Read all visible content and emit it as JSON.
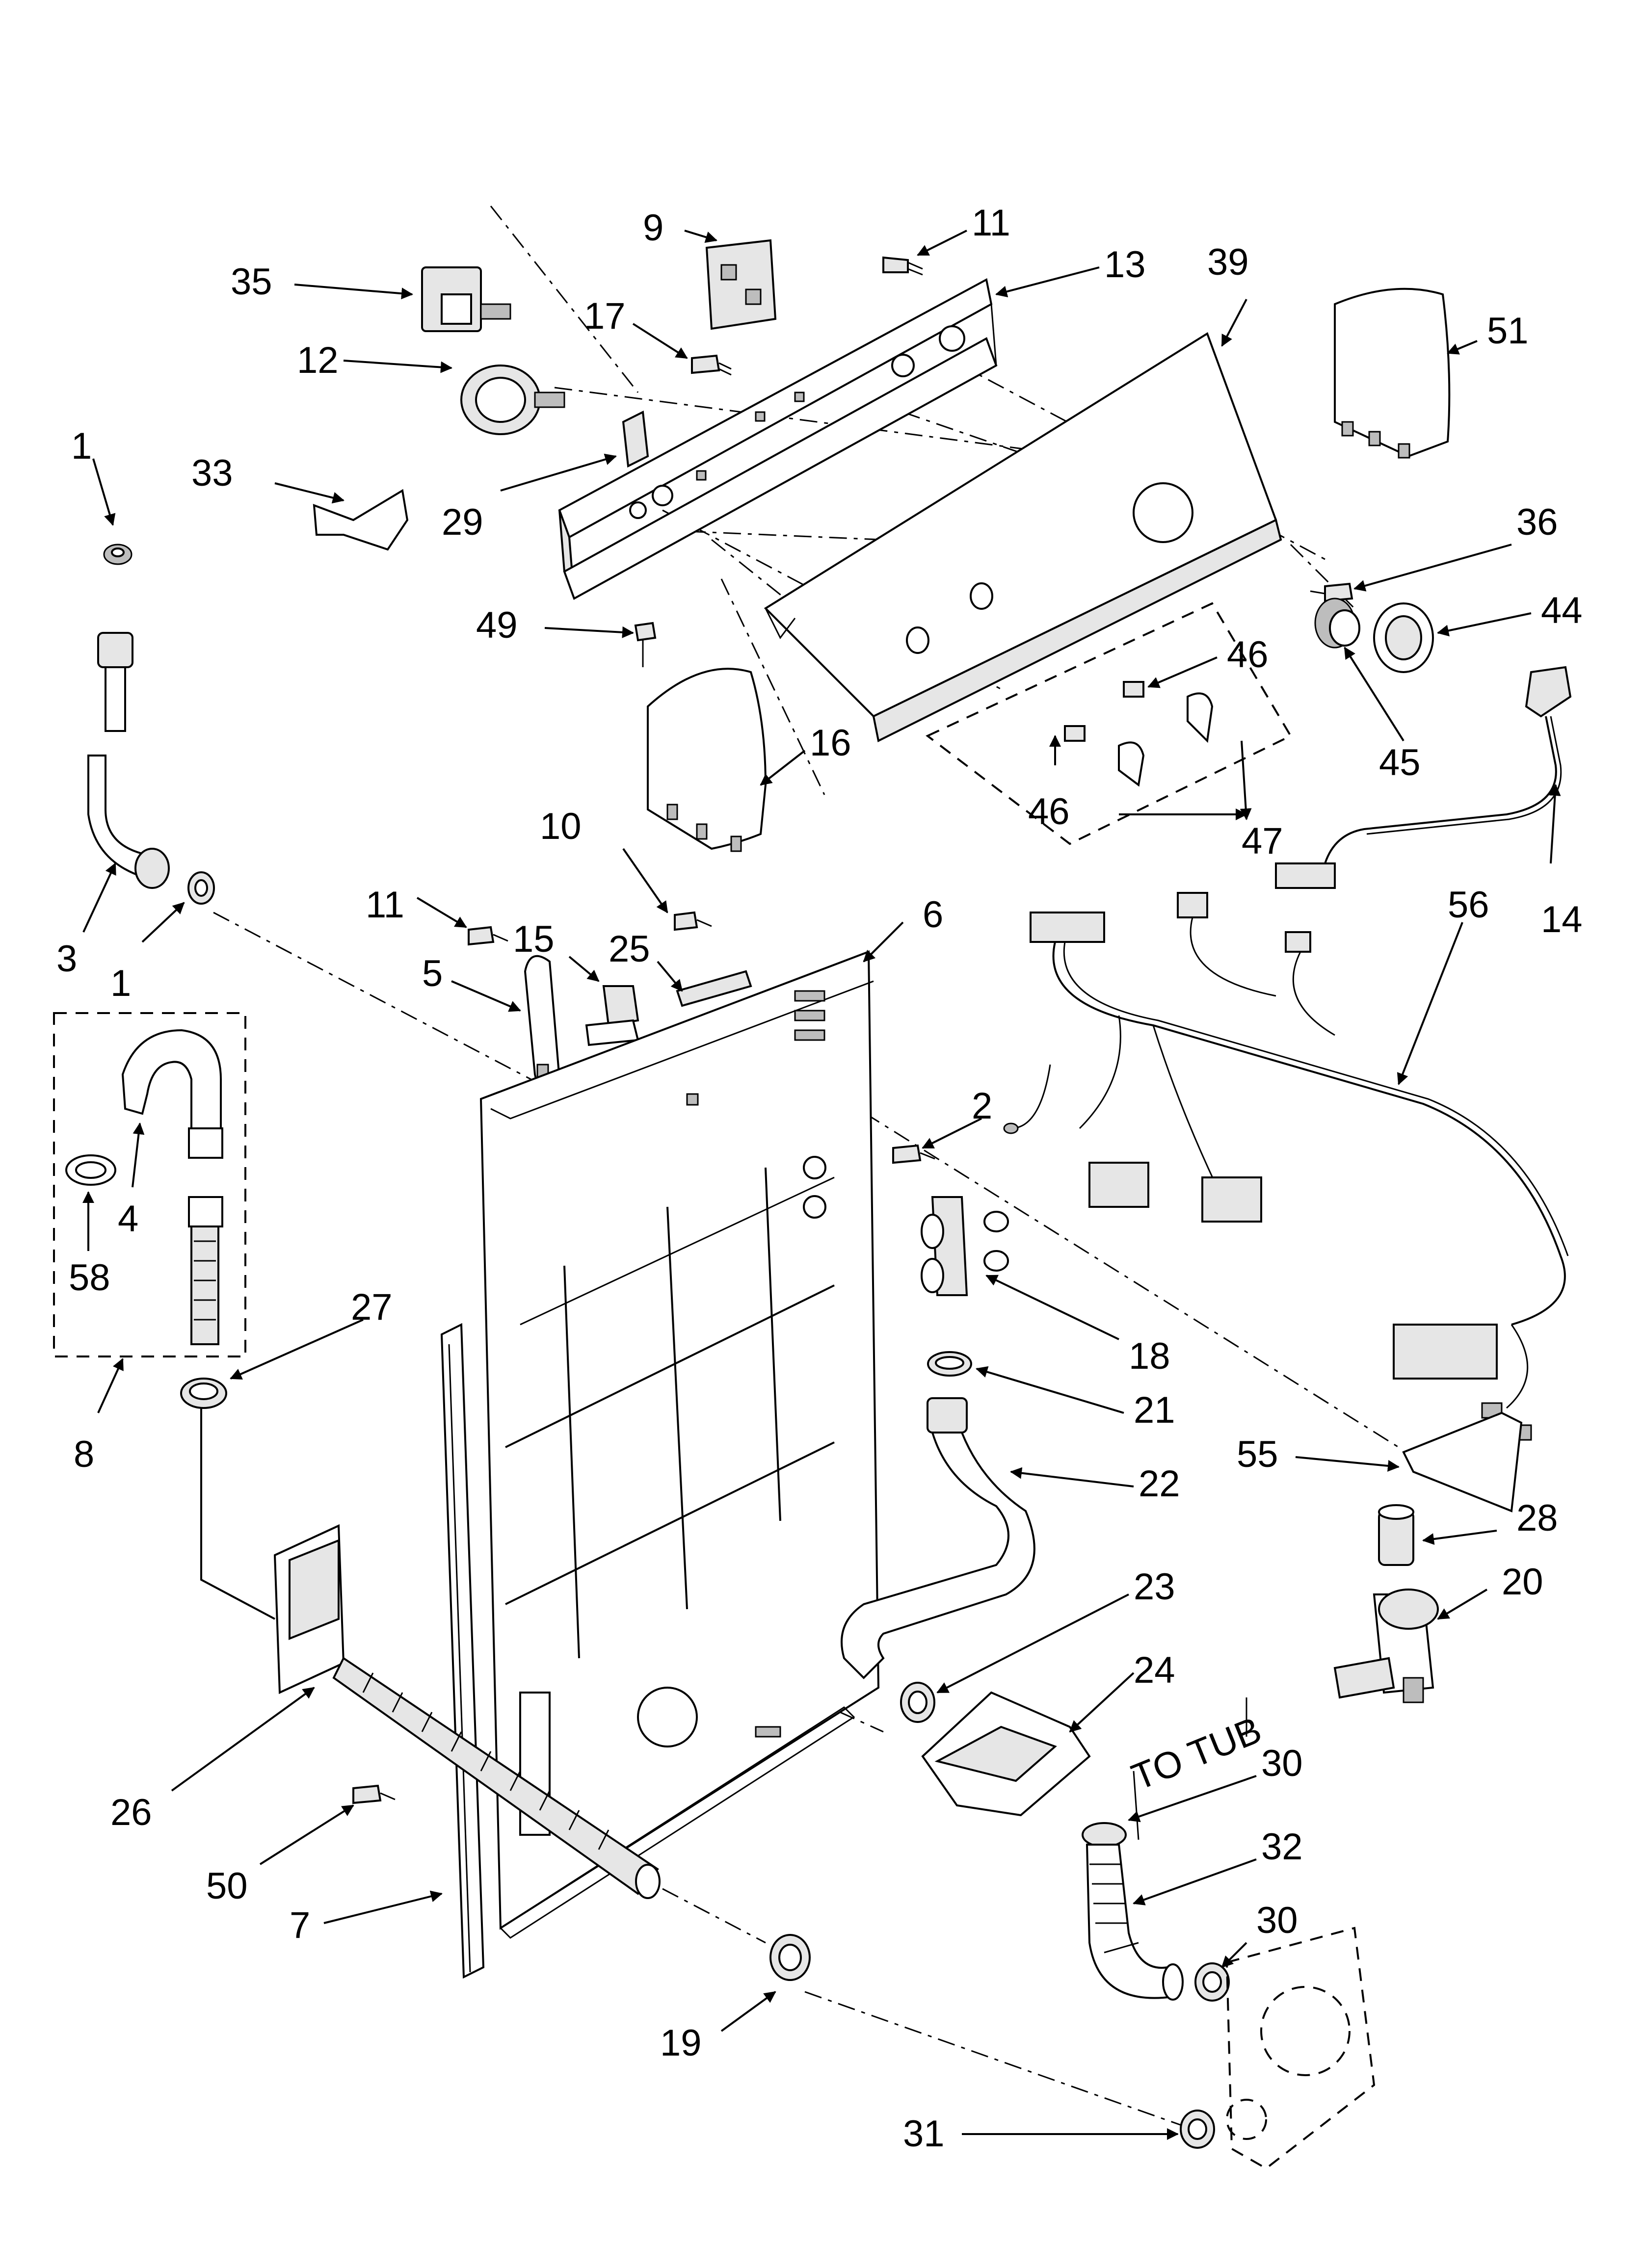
{
  "diagram": {
    "note_to_tub": "TO TUB",
    "callouts": [
      {
        "id": "c1a",
        "text": "1"
      },
      {
        "id": "c1b",
        "text": "1"
      },
      {
        "id": "c2",
        "text": "2"
      },
      {
        "id": "c3",
        "text": "3"
      },
      {
        "id": "c4",
        "text": "4"
      },
      {
        "id": "c5",
        "text": "5"
      },
      {
        "id": "c6",
        "text": "6"
      },
      {
        "id": "c7",
        "text": "7"
      },
      {
        "id": "c8",
        "text": "8"
      },
      {
        "id": "c9",
        "text": "9"
      },
      {
        "id": "c10",
        "text": "10"
      },
      {
        "id": "c11a",
        "text": "11"
      },
      {
        "id": "c11b",
        "text": "11"
      },
      {
        "id": "c12",
        "text": "12"
      },
      {
        "id": "c13",
        "text": "13"
      },
      {
        "id": "c14",
        "text": "14"
      },
      {
        "id": "c15",
        "text": "15"
      },
      {
        "id": "c16",
        "text": "16"
      },
      {
        "id": "c17",
        "text": "17"
      },
      {
        "id": "c18",
        "text": "18"
      },
      {
        "id": "c19",
        "text": "19"
      },
      {
        "id": "c20",
        "text": "20"
      },
      {
        "id": "c21",
        "text": "21"
      },
      {
        "id": "c22",
        "text": "22"
      },
      {
        "id": "c23",
        "text": "23"
      },
      {
        "id": "c24",
        "text": "24"
      },
      {
        "id": "c25",
        "text": "25"
      },
      {
        "id": "c26",
        "text": "26"
      },
      {
        "id": "c27",
        "text": "27"
      },
      {
        "id": "c28",
        "text": "28"
      },
      {
        "id": "c29",
        "text": "29"
      },
      {
        "id": "c30a",
        "text": "30"
      },
      {
        "id": "c30b",
        "text": "30"
      },
      {
        "id": "c31",
        "text": "31"
      },
      {
        "id": "c32",
        "text": "32"
      },
      {
        "id": "c33",
        "text": "33"
      },
      {
        "id": "c35",
        "text": "35"
      },
      {
        "id": "c36",
        "text": "36"
      },
      {
        "id": "c39",
        "text": "39"
      },
      {
        "id": "c44",
        "text": "44"
      },
      {
        "id": "c45",
        "text": "45"
      },
      {
        "id": "c46a",
        "text": "46"
      },
      {
        "id": "c46b",
        "text": "46"
      },
      {
        "id": "c47",
        "text": "47"
      },
      {
        "id": "c49",
        "text": "49"
      },
      {
        "id": "c50",
        "text": "50"
      },
      {
        "id": "c51",
        "text": "51"
      },
      {
        "id": "c55",
        "text": "55"
      },
      {
        "id": "c56",
        "text": "56"
      },
      {
        "id": "c58",
        "text": "58"
      }
    ]
  }
}
